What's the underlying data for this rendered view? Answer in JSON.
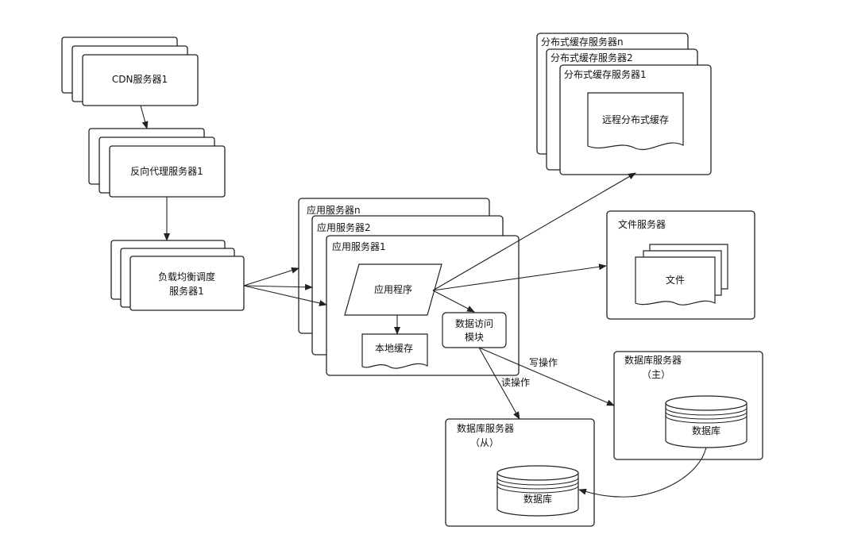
{
  "nodes": {
    "cdn": "CDN服务器1",
    "reverse_proxy": "反向代理服务器1",
    "load_balancer_line1": "负载均衡调度",
    "load_balancer_line2": "服务器1",
    "app_server_n": "应用服务器n",
    "app_server_2": "应用服务器2",
    "app_server_1": "应用服务器1",
    "app_program": "应用程序",
    "local_cache": "本地缓存",
    "data_access_line1": "数据访问",
    "data_access_line2": "模块",
    "dist_cache_server_n": "分布式缓存服务器n",
    "dist_cache_server_2": "分布式缓存服务器2",
    "dist_cache_server_1": "分布式缓存服务器1",
    "remote_cache": "远程分布式缓存",
    "file_server": "文件服务器",
    "file": "文件",
    "db_master_title": "数据库服务器",
    "db_master_role": "（主）",
    "db_master_db": "数据库",
    "db_slave_title": "数据库服务器",
    "db_slave_role": "（从）",
    "db_slave_db": "数据库"
  },
  "edges": {
    "write_label": "写操作",
    "read_label": "读操作"
  }
}
